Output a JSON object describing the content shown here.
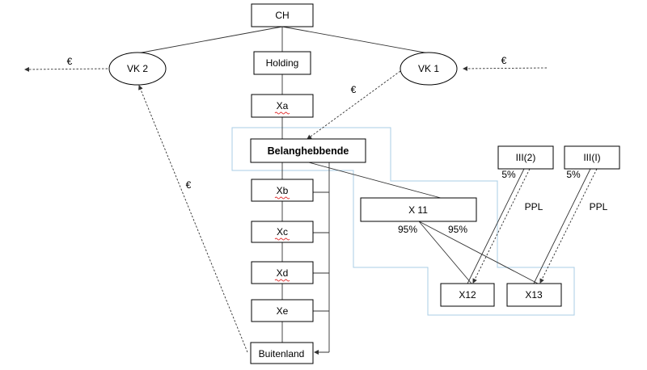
{
  "nodes": {
    "ch": "CH",
    "vk2": "VK 2",
    "vk1": "VK 1",
    "holding": "Holding",
    "xa": "Xa",
    "belanghebbende": "Belanghebbende",
    "xb": "Xb",
    "xc": "Xc",
    "xd": "Xd",
    "xe": "Xe",
    "buitenland": "Buitenland",
    "x11": "X 11",
    "x12": "X12",
    "x13": "X13",
    "iii2": "III(2)",
    "iii1": "III(I)"
  },
  "labels": {
    "euro_left": "€",
    "euro_right": "€",
    "euro_mid": "€",
    "euro_vk2": "€",
    "pct_x11_left": "95%",
    "pct_x11_right": "95%",
    "pct_iii2": "5%",
    "pct_iii1": "5%",
    "ppl_1": "PPL",
    "ppl_2": "PPL"
  }
}
